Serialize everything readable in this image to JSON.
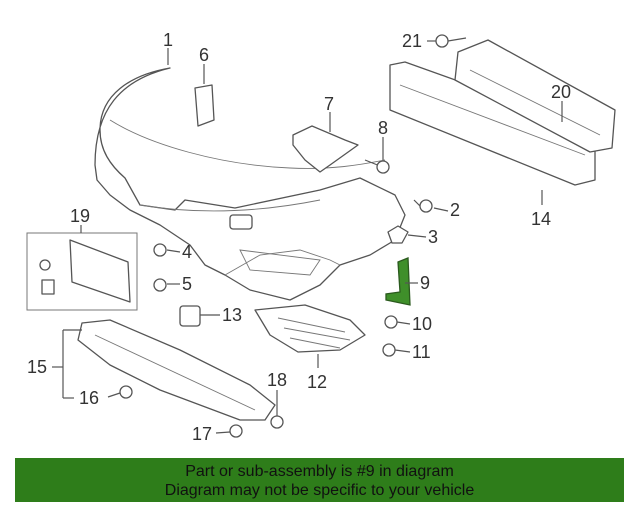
{
  "callouts": {
    "n1": "1",
    "n2": "2",
    "n3": "3",
    "n4": "4",
    "n5": "5",
    "n6": "6",
    "n7": "7",
    "n8": "8",
    "n9": "9",
    "n10": "10",
    "n11": "11",
    "n12": "12",
    "n13": "13",
    "n14": "14",
    "n15": "15",
    "n16": "16",
    "n17": "17",
    "n18": "18",
    "n19": "19",
    "n20": "20",
    "n21": "21"
  },
  "highlight_part": "9",
  "colors": {
    "highlight": "#3f8f2a",
    "banner": "#2e7d1a",
    "line": "#555555"
  },
  "banner": {
    "line1": "Part or sub-assembly is #9 in diagram",
    "line2": "Diagram may not be specific to your vehicle"
  }
}
